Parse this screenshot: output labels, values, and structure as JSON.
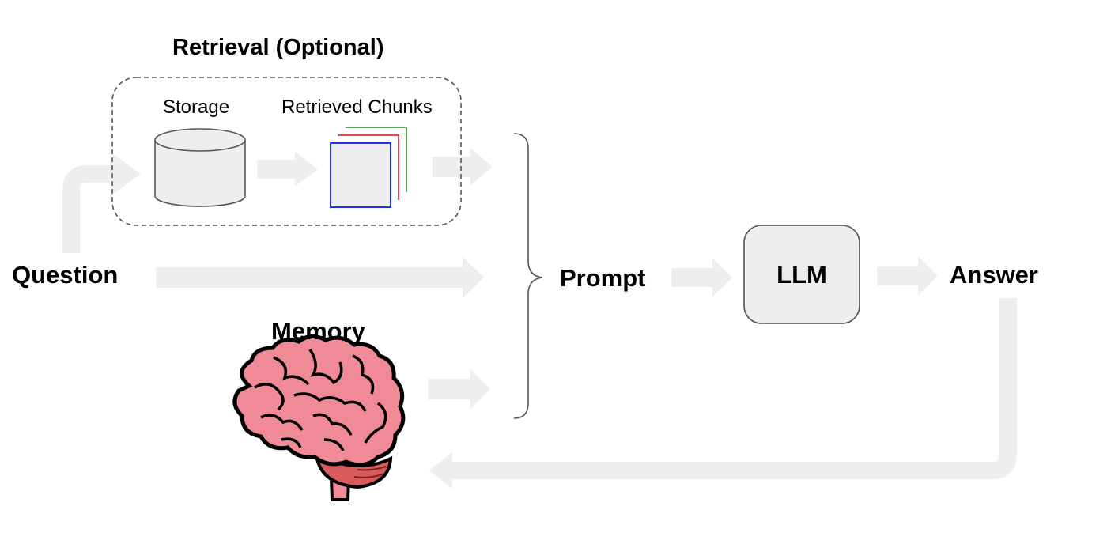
{
  "labels": {
    "retrieval_title": "Retrieval (Optional)",
    "storage": "Storage",
    "retrieved_chunks": "Retrieved Chunks",
    "question": "Question",
    "prompt": "Prompt",
    "llm": "LLM",
    "answer": "Answer",
    "memory": "Memory"
  },
  "colors": {
    "arrow": "#eeeeee",
    "box_fill": "#eeeeee",
    "box_stroke": "#555555",
    "chunk_blue": "#1f33e0",
    "chunk_red": "#e03030",
    "chunk_green": "#3aa33a",
    "brain_fill": "#f08a96",
    "brain_stroke": "#000000"
  }
}
